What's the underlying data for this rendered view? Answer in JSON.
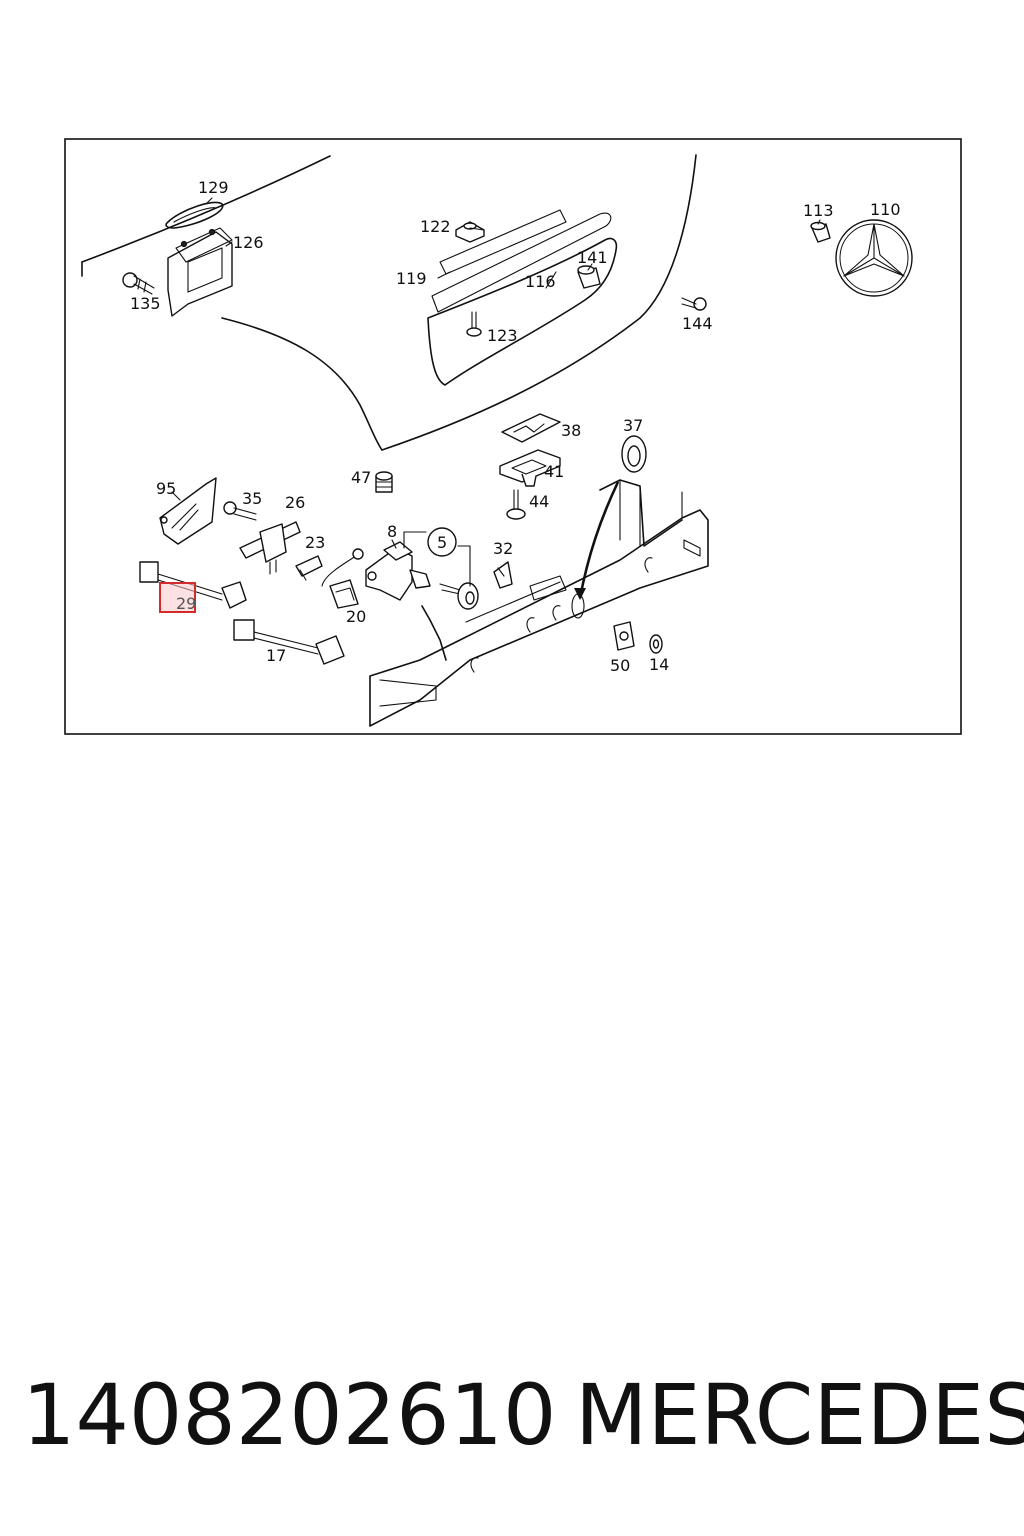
{
  "diagram": {
    "callouts": {
      "c129": "129",
      "c126": "126",
      "c135": "135",
      "c122": "122",
      "c119": "119",
      "c116": "116",
      "c141": "141",
      "c123": "123",
      "c113": "113",
      "c110": "110",
      "c144": "144",
      "c38": "38",
      "c37": "37",
      "c41": "41",
      "c47": "47",
      "c44": "44",
      "c95": "95",
      "c35": "35",
      "c26": "26",
      "c23": "23",
      "c8": "8",
      "c5": "5",
      "c32": "32",
      "c29": "29",
      "c20": "20",
      "c17": "17",
      "c50": "50",
      "c14": "14"
    },
    "highlight_color": "#d42a2a",
    "highlight_fill": "#f7c9c9"
  },
  "caption": {
    "part_number": "1408202610",
    "brand": "MERCEDES"
  }
}
